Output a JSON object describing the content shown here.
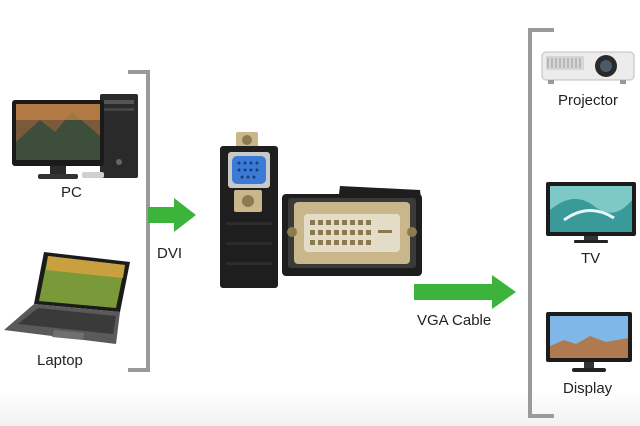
{
  "labels": {
    "pc": "PC",
    "laptop": "Laptop",
    "dvi": "DVI",
    "vga_cable": "VGA Cable",
    "projector": "Projector",
    "tv": "TV",
    "display": "Display"
  },
  "colors": {
    "arrow": "#3cb43c",
    "bracket": "#9a9a9a",
    "adapter_body": "#1e1e1e",
    "vga_port": "#3a7bd5",
    "connector_metal": "#c9b68a"
  }
}
